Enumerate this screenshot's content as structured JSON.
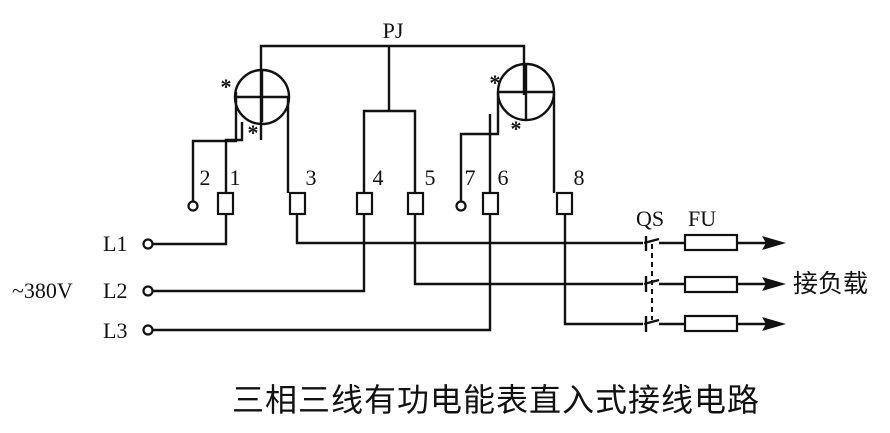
{
  "meter_label": "PJ",
  "terminals": [
    "1",
    "2",
    "3",
    "4",
    "5",
    "6",
    "7",
    "8"
  ],
  "lines": [
    "L1",
    "L2",
    "L3"
  ],
  "voltage": "~380V",
  "switch_label": "QS",
  "fuse_label": "FU",
  "polarity_mark": "*",
  "load_label": "接负载",
  "title": "三相三线有功电能表直入式接线电路"
}
